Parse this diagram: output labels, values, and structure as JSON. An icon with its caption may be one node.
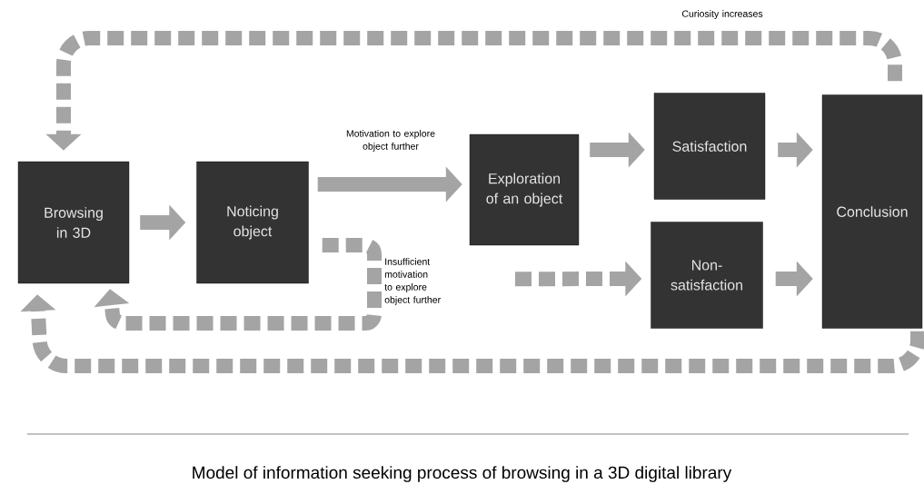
{
  "diagram": {
    "caption": "Model of information seeking process of browsing in a 3D digital library",
    "nodes": [
      {
        "text": [
          "Browsing in 3D"
        ]
      },
      {
        "text": [
          "Noticing object"
        ]
      },
      {
        "text": [
          "Exploration of an object"
        ]
      },
      {
        "text": [
          "Satisfaction"
        ]
      },
      {
        "text": [
          "Non-satisfaction"
        ]
      },
      {
        "text": [
          "Conclusion"
        ]
      }
    ],
    "edges": [
      {
        "from": 0,
        "to": 1,
        "arrow": "to"
      },
      {
        "from": 1,
        "to": 2,
        "arrow": "to",
        "label": "Motivation to explore object further"
      },
      {
        "from": 2,
        "to": 3,
        "arrow": "to"
      },
      {
        "from": 2,
        "to": 4,
        "arrow": "to",
        "style": "dashed"
      },
      {
        "from": 3,
        "to": 5,
        "arrow": "to"
      },
      {
        "from": 4,
        "to": 5,
        "arrow": "to"
      },
      {
        "from": 5,
        "to": 0,
        "arrow": "to",
        "style": "dashed",
        "label": "Curiosity increases"
      },
      {
        "from": 5,
        "to": 0,
        "arrow": "to",
        "style": "dashed"
      },
      {
        "from": 1,
        "to": 0,
        "arrow": "to",
        "style": "dashed",
        "label": "Insufficient motivation to explore object further"
      }
    ]
  }
}
